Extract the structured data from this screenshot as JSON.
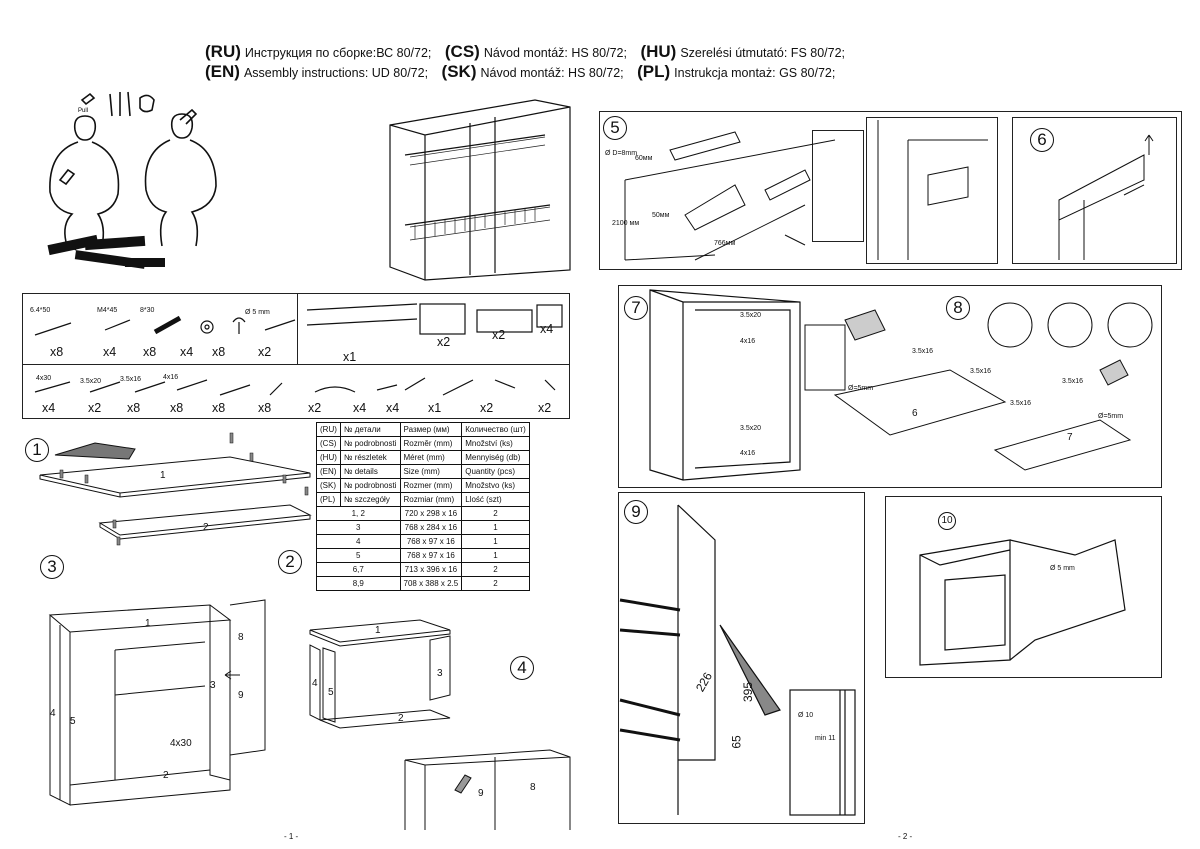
{
  "header": {
    "line1": [
      {
        "code": "(RU)",
        "text": "Инструкция по сборке:ВС 80/72;"
      },
      {
        "code": "(CS)",
        "text": "Návod montáž: HS 80/72;"
      },
      {
        "code": "(HU)",
        "text": "Szerelési útmutató: FS 80/72;"
      }
    ],
    "line2": [
      {
        "code": "(EN)",
        "text": "Assembly instructions: UD 80/72;"
      },
      {
        "code": "(SK)",
        "text": "Návod montáž: HS 80/72;"
      },
      {
        "code": "(PL)",
        "text": "Instrukcja montaż: GS 80/72;"
      }
    ]
  },
  "hardware": {
    "row1": [
      {
        "label": "6.4*50",
        "qty": "x8"
      },
      {
        "label": "M4*45",
        "qty": "x4"
      },
      {
        "label": "8*30",
        "qty": "x8"
      },
      {
        "label": "",
        "qty": "x4"
      },
      {
        "label": "",
        "qty": "x8"
      },
      {
        "label": "Ø 5 mm",
        "qty": "x2"
      }
    ],
    "row1_right": [
      {
        "qty": "x1"
      },
      {
        "qty": "x2"
      },
      {
        "qty": "x2"
      },
      {
        "qty": "x4"
      }
    ],
    "row2": [
      {
        "label": "4x30",
        "qty": "x4"
      },
      {
        "label": "3.5x20",
        "qty": "x2"
      },
      {
        "label": "3.5x16",
        "qty": "x8"
      },
      {
        "label": "4x16",
        "qty": "x8"
      },
      {
        "label": "",
        "qty": "x8"
      },
      {
        "label": "",
        "qty": "x8"
      }
    ],
    "row2_right": [
      {
        "qty": "x2"
      },
      {
        "qty": "x4"
      },
      {
        "qty": "x4"
      },
      {
        "qty": "x1"
      },
      {
        "qty": "x2"
      },
      {
        "qty": "x2"
      }
    ]
  },
  "parts_table": {
    "header_rows": [
      [
        "(RU)",
        "№ детали",
        "Размер (мм)",
        "Количество (шт)"
      ],
      [
        "(CS)",
        "№ podrobnosti",
        "Rozměr (mm)",
        "Množství (ks)"
      ],
      [
        "(HU)",
        "№ részletek",
        "Méret (mm)",
        "Mennyiség (db)"
      ],
      [
        "(EN)",
        "№ details",
        "Size (mm)",
        "Quantity (pcs)"
      ],
      [
        "(SK)",
        "№ podrobnosti",
        "Rozmer (mm)",
        "Množstvo (ks)"
      ],
      [
        "(PL)",
        "№ szczegóły",
        "Rozmiar (mm)",
        "Llość (szt)"
      ]
    ],
    "rows": [
      [
        "1, 2",
        "720 x 298 x 16",
        "2"
      ],
      [
        "3",
        "768 x 284 x 16",
        "1"
      ],
      [
        "4",
        "768 x 97 x 16",
        "1"
      ],
      [
        "5",
        "768 x 97 x 16",
        "1"
      ],
      [
        "6,7",
        "713 x 396 x 16",
        "2"
      ],
      [
        "8,9",
        "708 x 388 x 2.5",
        "2"
      ]
    ]
  },
  "steps": {
    "s1": "1",
    "s2": "2",
    "s3": "3",
    "s4": "4",
    "s5": "5",
    "s6": "6",
    "s7": "7",
    "s8": "8",
    "s9": "9",
    "s10": "10"
  },
  "labels": {
    "p1": "1",
    "p2": "2",
    "p3a": "1",
    "p3b": "8",
    "p3c": "3",
    "p3d": "9",
    "p3e": "4",
    "p3f": "5",
    "p3g": "2",
    "p3screw": "4x30",
    "p4a": "1",
    "p4b": "3",
    "p4c": "4",
    "p4d": "5",
    "p4e": "2",
    "p4f": "9",
    "p4g": "8",
    "s5d": "Ø D=8mm",
    "s5e": "60мм",
    "s5f": "50мм",
    "s5g": "2100 мм",
    "s5h": "766мм",
    "s7a": "3.5x20",
    "s7b": "4x16",
    "s7c": "3.5x20",
    "s7d": "4x16",
    "s8a": "3.5x16",
    "s8b": "3.5x16",
    "s8c": "3.5x16",
    "s8d": "3.5x16",
    "s8e": "Ø=5mm",
    "s8f": "Ø=5mm",
    "s8g": "6",
    "s8h": "7",
    "s9a": "226",
    "s9b": "395",
    "s9c": "65",
    "s9d": "Ø 10",
    "s9e": "min 11",
    "s10a": "Ø 5 mm"
  },
  "page_numbers": {
    "left": "- 1 -",
    "right": "- 2 -"
  },
  "pull_label": "Pull"
}
